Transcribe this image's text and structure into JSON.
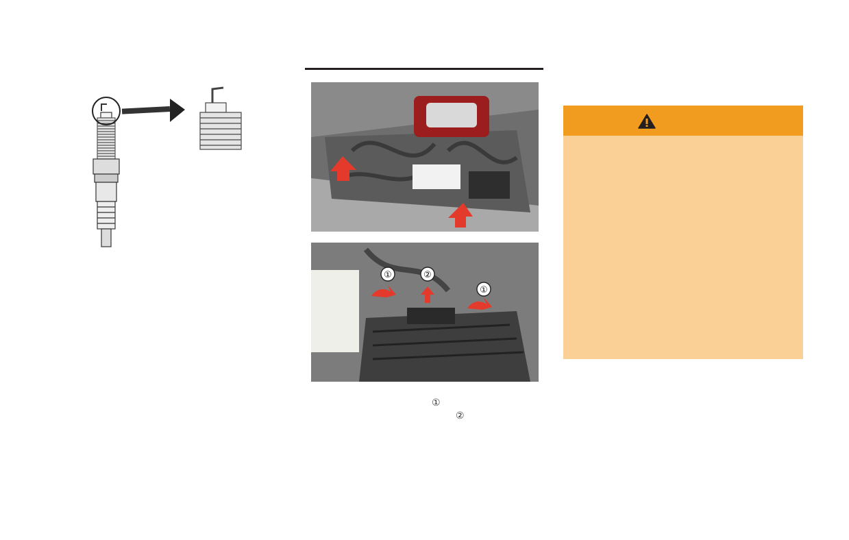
{
  "callouts": {
    "one": "①",
    "two": "②"
  },
  "caption": {
    "marker_one": "①",
    "marker_two": "②"
  },
  "warning": {
    "accent_color": "#f29c1f",
    "body_color": "#fbd096",
    "icon": "warning-triangle-icon"
  }
}
